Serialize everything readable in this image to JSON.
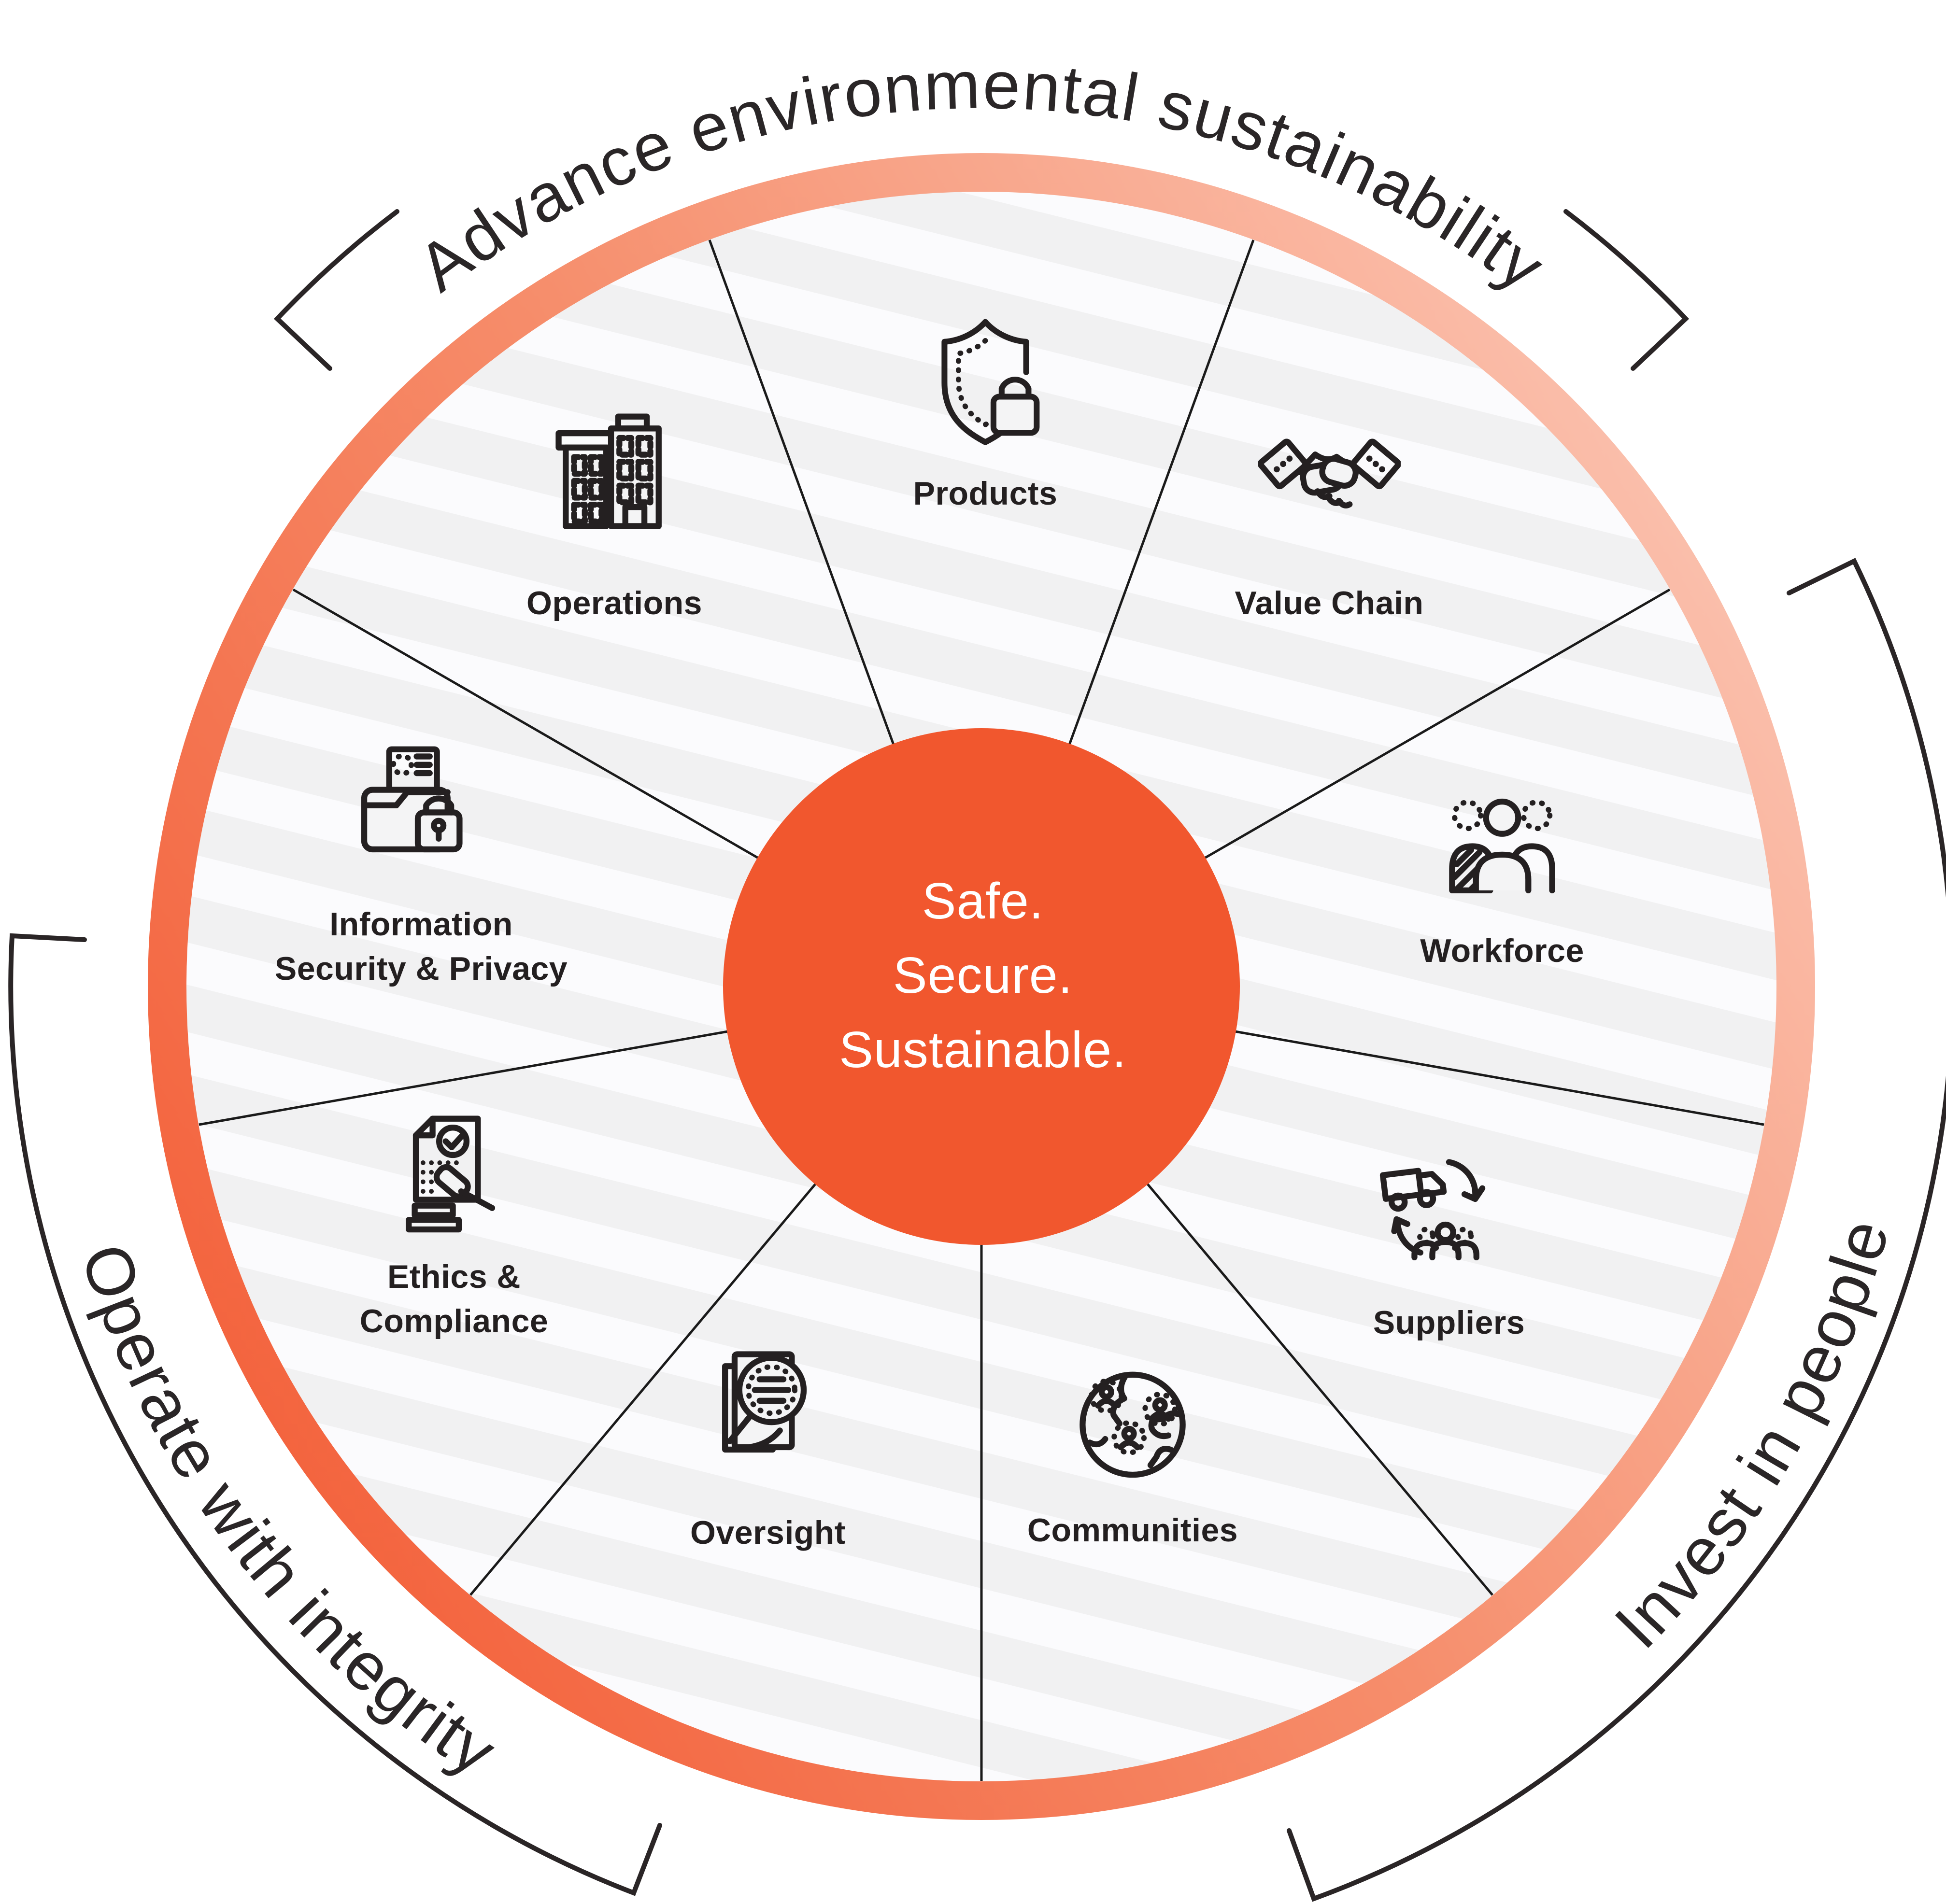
{
  "center": {
    "line1": "Safe.",
    "line2": "Secure.",
    "line3": "Sustainable."
  },
  "arc_labels": {
    "top": "Advance environmental sustainability",
    "bottom_right": "Invest in people",
    "bottom_left": "Operate with integrity"
  },
  "segments": [
    {
      "name": "products",
      "label": "Products",
      "icon": "shield-lock-icon"
    },
    {
      "name": "value-chain",
      "label": "Value Chain",
      "icon": "handshake-icon"
    },
    {
      "name": "workforce",
      "label": "Workforce",
      "icon": "people-group-icon"
    },
    {
      "name": "suppliers",
      "label": "Suppliers",
      "icon": "truck-cycle-icon"
    },
    {
      "name": "communities",
      "label": "Communities",
      "icon": "globe-people-icon"
    },
    {
      "name": "oversight",
      "label": "Oversight",
      "icon": "document-magnifier-icon"
    },
    {
      "name": "ethics-compliance",
      "label_line1": "Ethics &",
      "label_line2": "Compliance",
      "icon": "document-gavel-icon"
    },
    {
      "name": "information-security-privacy",
      "label_line1": "Information",
      "label_line2": "Security & Privacy",
      "icon": "folder-lock-icon"
    },
    {
      "name": "operations",
      "label": "Operations",
      "icon": "buildings-icon"
    }
  ],
  "colors": {
    "center_circle": "#F1572E",
    "ring_gradient_start": "#F3603A",
    "ring_gradient_mid": "#F68E6C",
    "ring_gradient_end": "#FBC3B1",
    "label_text": "#231F20",
    "arc_text": "#2A2627",
    "divider_line": "#1A1A1A",
    "stripe_gray": "#F1F1F2",
    "stripe_white": "#FBFBFD"
  }
}
